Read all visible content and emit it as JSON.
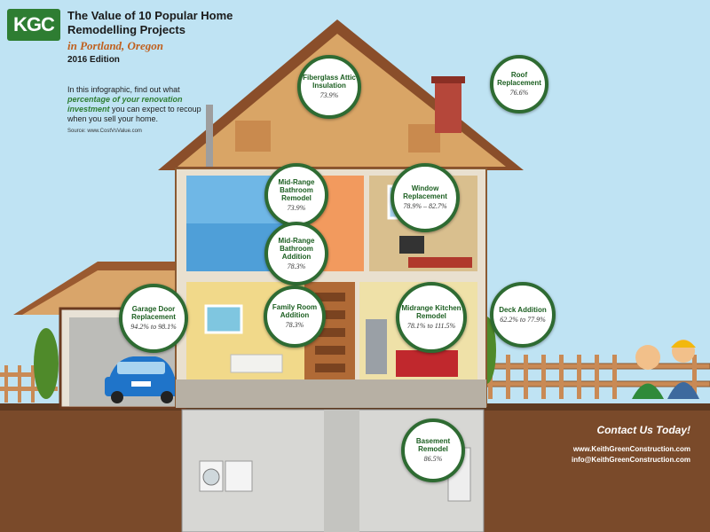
{
  "logo": "KGC",
  "title": "The Value of 10 Popular Home Remodelling Projects",
  "location": "in Portland, Oregon",
  "edition": "2016 Edition",
  "intro": {
    "pre": "In this infographic, find out what",
    "emphasis": "percentage of your renovation investment",
    "post": "you can expect to recoup when you sell your home."
  },
  "source": "Source: www.CostVsValue.com",
  "projects": [
    {
      "name": "Fiberglass Attic Insulation",
      "value": "73.9%"
    },
    {
      "name": "Roof Replacement",
      "value": "76.6%"
    },
    {
      "name": "Mid-Range Bathroom Remodel",
      "value": "73.9%"
    },
    {
      "name": "Window Replacement",
      "value": "78.9% – 82.7%"
    },
    {
      "name": "Mid-Range Bathroom Addition",
      "value": "78.3%"
    },
    {
      "name": "Garage Door Replacement",
      "value": "94.2% to 98.1%"
    },
    {
      "name": "Family Room Addition",
      "value": "78.3%"
    },
    {
      "name": "Midrange Kitchen Remodel",
      "value": "78.1% to 111.5%"
    },
    {
      "name": "Deck Addition",
      "value": "62.2% to 77.9%"
    },
    {
      "name": "Basement Remodel",
      "value": "86.5%"
    }
  ],
  "contact": {
    "heading": "Contact Us Today!",
    "website": "www.KeithGreenConstruction.com",
    "email": "info@KeithGreenConstruction.com"
  },
  "colors": {
    "sky": "#bfe3f3",
    "ground": "#7a4a2a",
    "roof": "#9a5a30",
    "badge_border": "#2e6b32",
    "brand_green": "#2e7d32"
  }
}
